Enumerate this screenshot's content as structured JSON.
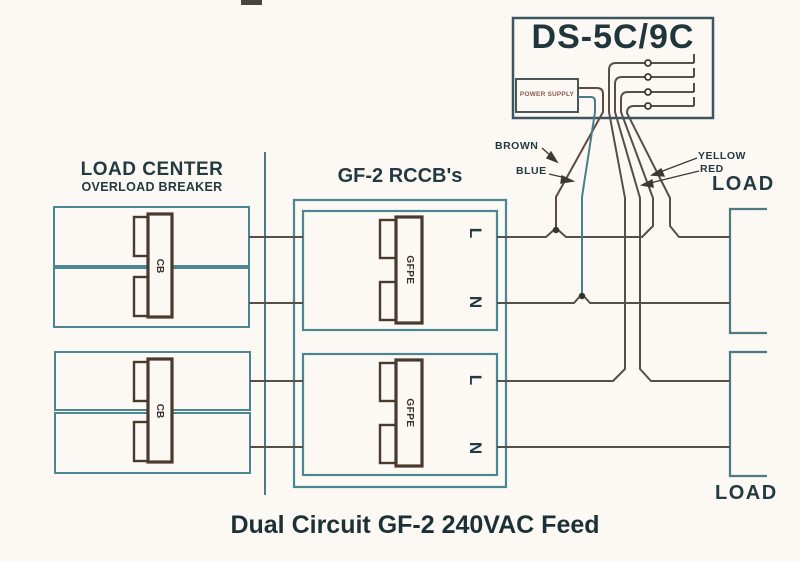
{
  "labels": {
    "ds_title": "DS-5C/9C",
    "power_supply": "POWER SUPPLY",
    "load_center": "LOAD CENTER",
    "overload_breaker": "OVERLOAD BREAKER",
    "rccb_title": "GF-2 RCCB's",
    "cb": "CB",
    "gfpe": "GFPE",
    "line_terminal": "L",
    "neutral_terminal": "N",
    "wire_brown": "BROWN",
    "wire_blue": "BLUE",
    "wire_yellow": "YELLOW",
    "wire_red": "RED",
    "load": "LOAD",
    "caption": "Dual Circuit GF-2 240VAC Feed"
  },
  "colors": {
    "box_teal": "#4b8691",
    "box_dark": "#3a565e",
    "wire": "#564f48",
    "toggle": "#4a392f",
    "text": "#233a40",
    "background": "#fcf9f4"
  }
}
